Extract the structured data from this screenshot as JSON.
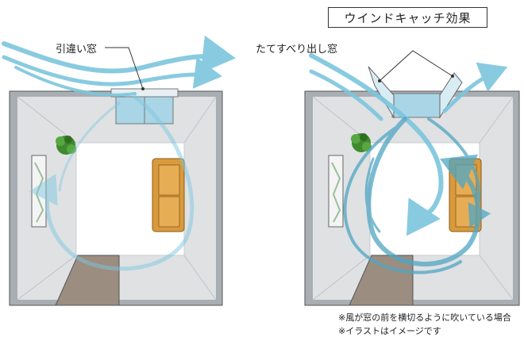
{
  "title": "ウインドキャッチ効果",
  "left_room": {
    "window_label": "引違い窓"
  },
  "right_room": {
    "window_label": "たてすべり出し窓"
  },
  "notes": [
    "※風が窓の前を横切るように吹いている場合",
    "※イラストはイメージです"
  ],
  "colors": {
    "airflow": "#7cc6de",
    "airflow_dark": "#5aaecb",
    "wall": "#a8adb2",
    "wall_inner": "#dfe1e3",
    "floor": "#ffffff",
    "sofa": "#d99a3c",
    "door_floor": "#9b8d80",
    "plant": "#3f8a2e"
  }
}
